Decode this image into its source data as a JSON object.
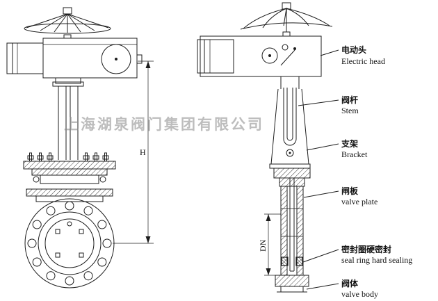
{
  "watermark": "上海湖泉阀门集团有限公司",
  "dimensions": {
    "height": "H",
    "bore": "DN"
  },
  "callouts": [
    {
      "zh": "电动头",
      "en": "Electric head"
    },
    {
      "zh": "阀杆",
      "en": "Stem"
    },
    {
      "zh": "支架",
      "en": "Bracket"
    },
    {
      "zh": "闸板",
      "en": "valve plate"
    },
    {
      "zh": "密封圈硬密封",
      "en": "seal ring hard sealing"
    },
    {
      "zh": "阀体",
      "en": "valve body"
    }
  ]
}
